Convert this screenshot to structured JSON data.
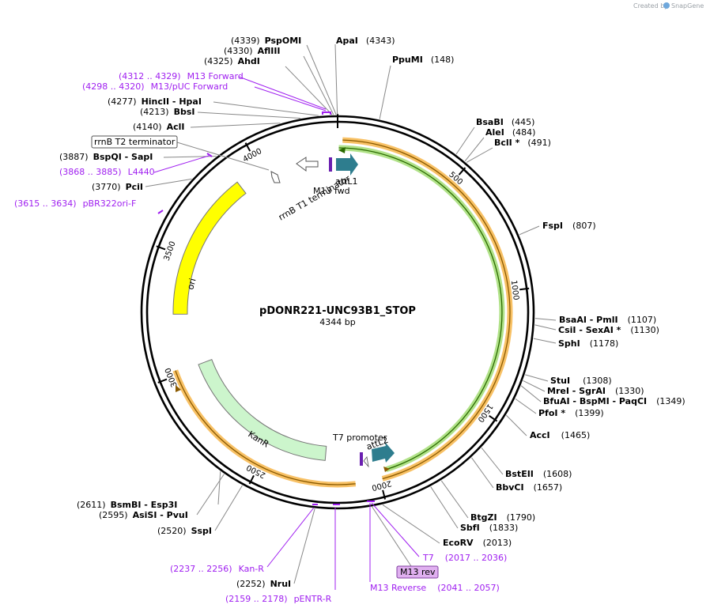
{
  "credit": "Created by",
  "brand": "SnapGene",
  "title": "pDONR221-UNC93B1_STOP",
  "length": "4344 bp",
  "ticks": [
    {
      "pos": 500,
      "label": "500"
    },
    {
      "pos": 1000,
      "label": "1000"
    },
    {
      "pos": 1500,
      "label": "1500"
    },
    {
      "pos": 2000,
      "label": "2000"
    },
    {
      "pos": 2500,
      "label": "2500"
    },
    {
      "pos": 3000,
      "label": "3000"
    },
    {
      "pos": 3500,
      "label": "3500"
    },
    {
      "pos": 4000,
      "label": "4000"
    }
  ],
  "enzymes": [
    {
      "pos": 4339,
      "pos_text": "(4339)",
      "name": "PspOMI"
    },
    {
      "pos": 4330,
      "pos_text": "(4330)",
      "name": "AflIII"
    },
    {
      "pos": 4325,
      "pos_text": "(4325)",
      "name": "AhdI"
    },
    {
      "pos": 4277,
      "pos_text": "(4277)",
      "name": "HincII - HpaI"
    },
    {
      "pos": 4213,
      "pos_text": "(4213)",
      "name": "BbsI"
    },
    {
      "pos": 4140,
      "pos_text": "(4140)",
      "name": "AclI"
    },
    {
      "pos": 3887,
      "pos_text": "(3887)",
      "name": "BspQI - SapI"
    },
    {
      "pos": 3770,
      "pos_text": "(3770)",
      "name": "PciI"
    },
    {
      "pos": 4343,
      "pos_text": "(4343)",
      "name": "ApaI"
    },
    {
      "pos": 148,
      "pos_text": "(148)",
      "name": "PpuMI"
    },
    {
      "pos": 445,
      "pos_text": "(445)",
      "name": "BsaBI"
    },
    {
      "pos": 484,
      "pos_text": "(484)",
      "name": "AleI"
    },
    {
      "pos": 491,
      "pos_text": "(491)",
      "name": "BclI *"
    },
    {
      "pos": 807,
      "pos_text": "(807)",
      "name": "FspI"
    },
    {
      "pos": 1107,
      "pos_text": "(1107)",
      "name": "BsaAI - PmlI"
    },
    {
      "pos": 1130,
      "pos_text": "(1130)",
      "name": "CsiI - SexAI *"
    },
    {
      "pos": 1178,
      "pos_text": "(1178)",
      "name": "SphI"
    },
    {
      "pos": 1308,
      "pos_text": "(1308)",
      "name": "StuI"
    },
    {
      "pos": 1330,
      "pos_text": "(1330)",
      "name": "MreI - SgrAI"
    },
    {
      "pos": 1349,
      "pos_text": "(1349)",
      "name": "BfuAI - BspMI - PaqCI"
    },
    {
      "pos": 1399,
      "pos_text": "(1399)",
      "name": "PfoI *"
    },
    {
      "pos": 1465,
      "pos_text": "(1465)",
      "name": "AccI"
    },
    {
      "pos": 1608,
      "pos_text": "(1608)",
      "name": "BstEII"
    },
    {
      "pos": 1657,
      "pos_text": "(1657)",
      "name": "BbvCI"
    },
    {
      "pos": 1790,
      "pos_text": "(1790)",
      "name": "BtgZI"
    },
    {
      "pos": 1833,
      "pos_text": "(1833)",
      "name": "SbfI"
    },
    {
      "pos": 2013,
      "pos_text": "(2013)",
      "name": "EcoRV"
    },
    {
      "pos": 2611,
      "pos_text": "(2611)",
      "name": "BsmBI - Esp3I"
    },
    {
      "pos": 2595,
      "pos_text": "(2595)",
      "name": "AsiSI - PvuI"
    },
    {
      "pos": 2520,
      "pos_text": "(2520)",
      "name": "SspI"
    },
    {
      "pos": 2252,
      "pos_text": "(2252)",
      "name": "NruI"
    }
  ],
  "primers": [
    {
      "range": "(4312 .. 4329)",
      "name": "M13 Forward"
    },
    {
      "range": "(4298 .. 4320)",
      "name": "M13/pUC Forward"
    },
    {
      "range": "(3868 .. 3885)",
      "name": "L4440"
    },
    {
      "range": "(3615 .. 3634)",
      "name": "pBR322ori-F"
    },
    {
      "range": "(2237 .. 2256)",
      "name": "Kan-R"
    },
    {
      "range": "(2159 .. 2178)",
      "name": "pENTR-R"
    },
    {
      "range": "(2017 .. 2036)",
      "name": "T7"
    },
    {
      "range": "(2041 .. 2057)",
      "name": "M13 Reverse"
    }
  ],
  "boxed_labels": {
    "rrnB_T2": "rrnB T2 terminator",
    "m13rev": "M13 rev"
  },
  "features": {
    "rrnB_T1": "rrnB T1 terminator",
    "attL1": "attL1",
    "m13fwd": "M13 fwd",
    "ori": "ori",
    "KanR": "KanR",
    "T7promoter": "T7 promoter",
    "attL2": "attL2"
  },
  "colors": {
    "ori": "#ffff00",
    "kanr": "#ccf5cc",
    "orf_orange": "#f5a623",
    "orf_green": "#7dcf3a",
    "attl": "#2e7d8e",
    "primer": "#a020f0",
    "m13rev_box": "#e0b0f0"
  }
}
